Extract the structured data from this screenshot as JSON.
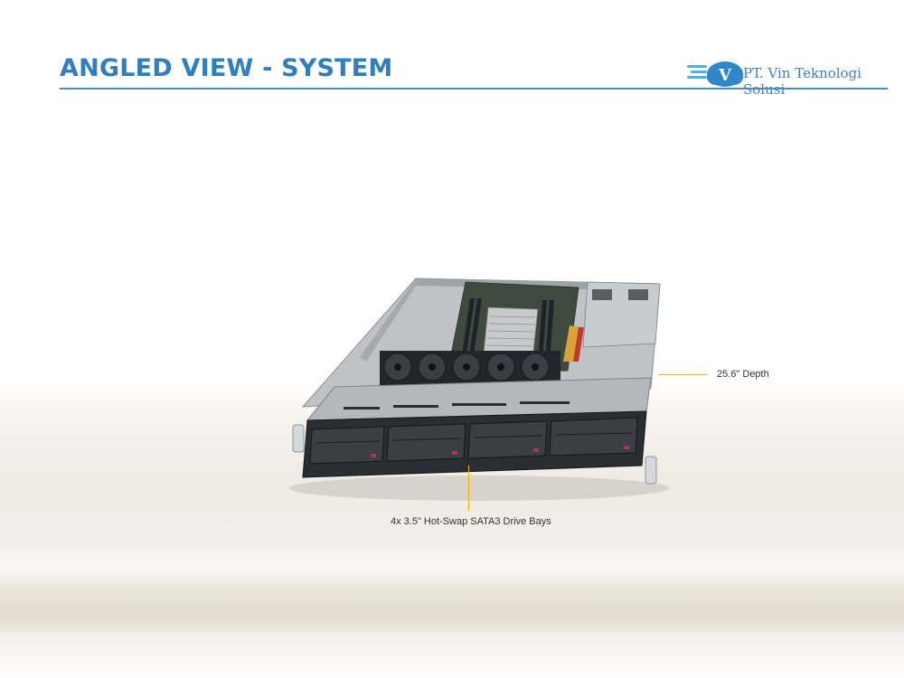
{
  "slide": {
    "title": "ANGLED VIEW - SYSTEM",
    "accent_color": "#2f7fc0"
  },
  "logo": {
    "company": "PT. Vin Teknologi Solusi",
    "mark_letter": "V",
    "icon": "cloud-logo-icon"
  },
  "callouts": {
    "depth": "25.6\" Depth",
    "drive_bays": "4x 3.5\" Hot-Swap SATA3 Drive Bays",
    "line_color": "#f0b400"
  },
  "image": {
    "subject": "1U rackmount server chassis, angled view"
  }
}
